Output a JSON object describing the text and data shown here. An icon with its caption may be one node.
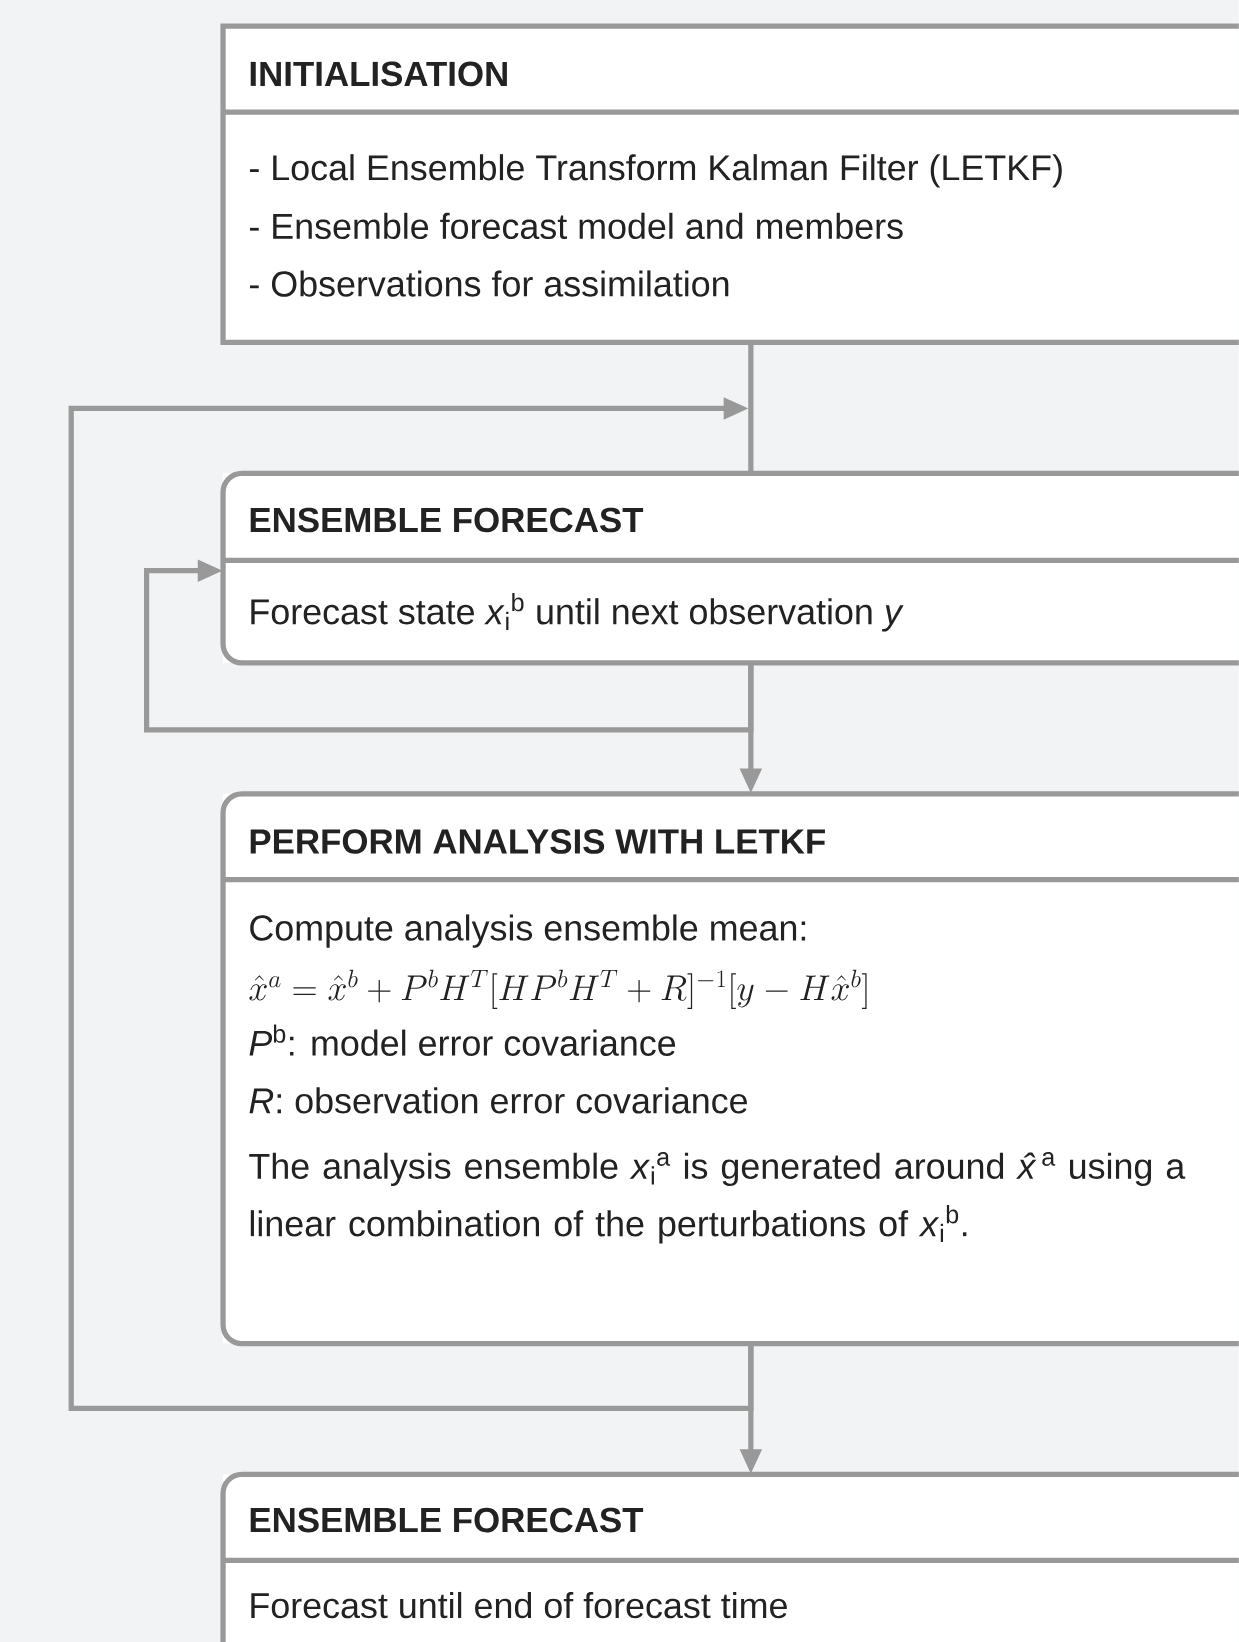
{
  "diagram": {
    "nodes": [
      {
        "text": [
          "INITIALISATION",
          "- Local Ensemble Transform Kalman Filter (LETKF)",
          "- Ensemble forecast model and members",
          "- Observations for assimilation"
        ]
      },
      {
        "text": [
          "ENSEMBLE FORECAST",
          "Forecast state *x*$_{i}$$^{b}$ until next observation *y*"
        ]
      },
      {
        "text": [
          "PERFORM ANALYSIS WITH LETKF",
          "Compute analysis ensemble mean:",
          "\\hat{x}^a = \\hat{x}^b + P^b H^T [H P^b H^T + R]^{-1} [y - H \\hat{x}^b]",
          "*P*$^{b}$: model error covariance",
          "*R*: observation error covariance",
          "The analysis ensemble *x*$_{i}$$^{a}$ is generated around *x̂*$^{a}$ using a linear combination of the perturbations of *x*$_{i}$$^{b}$."
        ]
      },
      {
        "text": [
          "ENSEMBLE FORECAST",
          "Forecast until end of forecast time"
        ]
      }
    ],
    "edges": [
      {
        "from": 0,
        "to": 1,
        "arrow": "none"
      },
      {
        "from": 1,
        "to": 1,
        "arrow": "to"
      },
      {
        "from": 1,
        "to": 2,
        "arrow": "to"
      },
      {
        "from": 2,
        "to": 3,
        "arrow": "to"
      },
      {
        "from": 2,
        "to": 1,
        "arrow": "to"
      }
    ]
  }
}
